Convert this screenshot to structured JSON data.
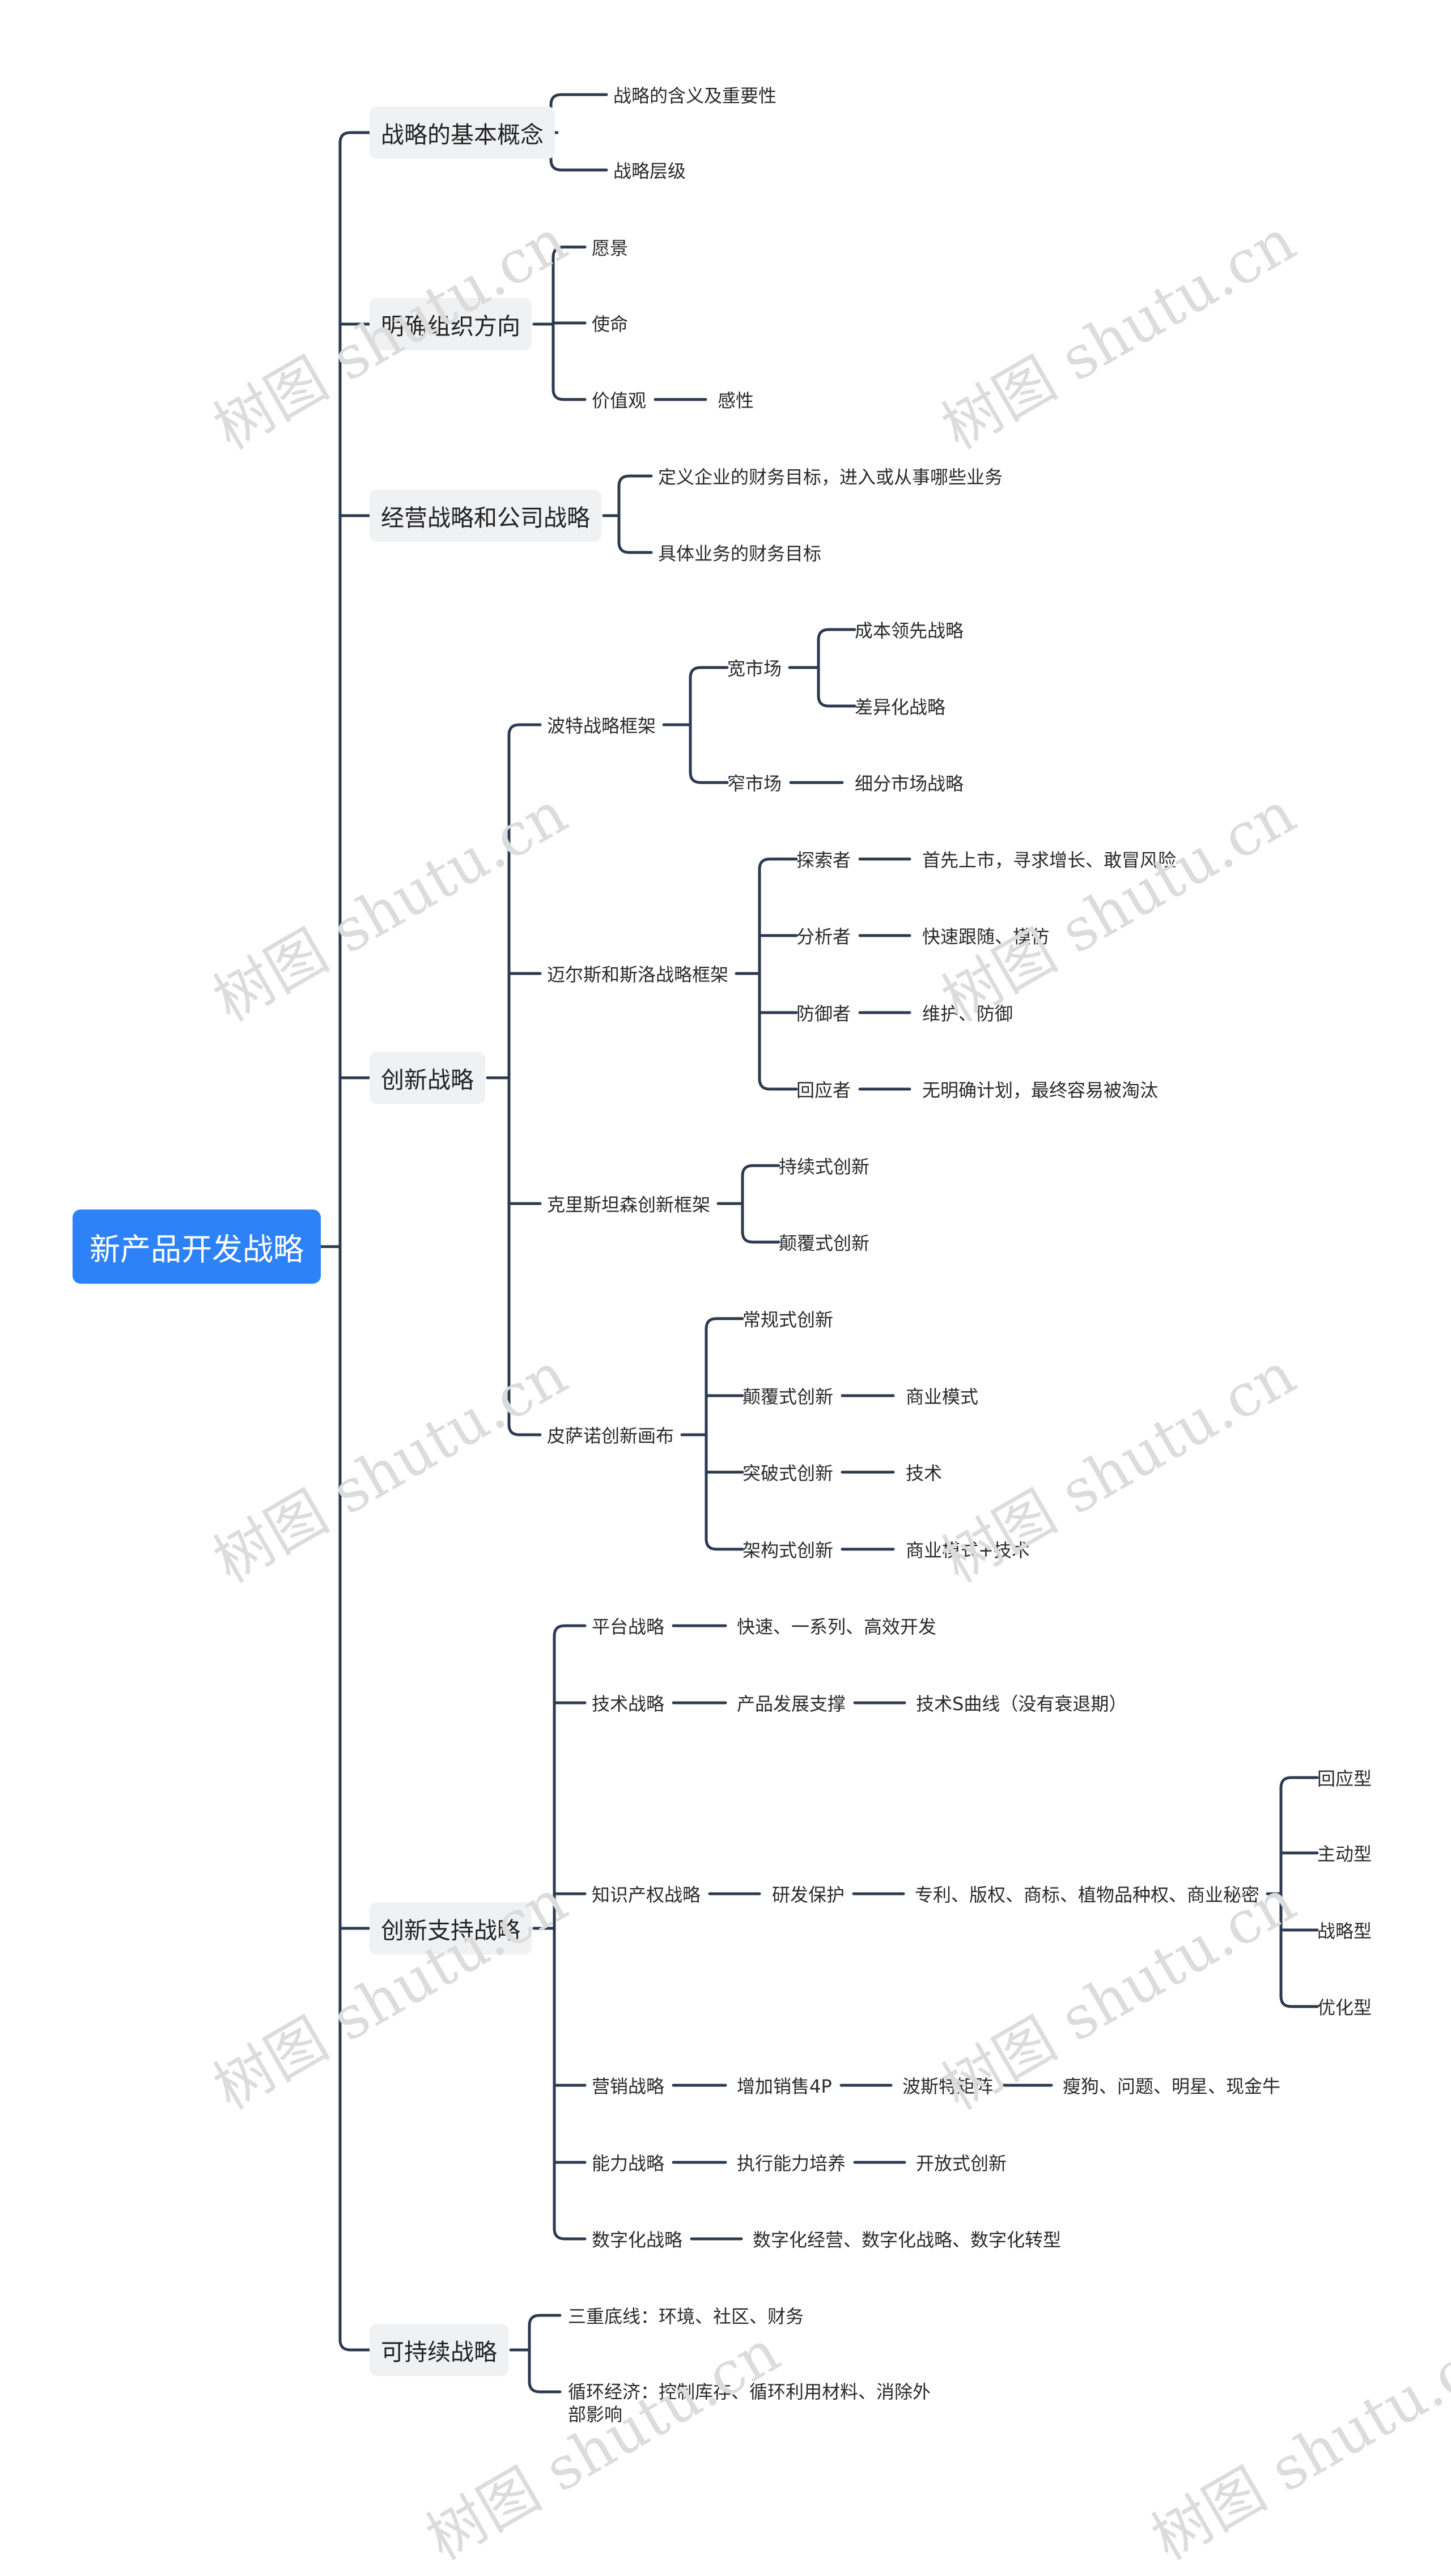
{
  "watermark": "树图 shutu.cn",
  "colors": {
    "root_bg": "#2d82f7",
    "line": "#2b3a4e",
    "l1_bg": "#f0f1f3"
  },
  "mindmap": {
    "root": "新产品开发战略",
    "branches": [
      {
        "label": "战略的基本概念",
        "children": [
          {
            "label": "战略的含义及重要性"
          },
          {
            "label": "战略层级"
          }
        ]
      },
      {
        "label": "明确组织方向",
        "children": [
          {
            "label": "愿景"
          },
          {
            "label": "使命"
          },
          {
            "label": "价值观",
            "children": [
              {
                "label": "感性"
              }
            ]
          }
        ]
      },
      {
        "label": "经营战略和公司战略",
        "children": [
          {
            "label": "定义企业的财务目标，进入或从事哪些业务"
          },
          {
            "label": "具体业务的财务目标"
          }
        ]
      },
      {
        "label": "创新战略",
        "children": [
          {
            "label": "波特战略框架",
            "children": [
              {
                "label": "宽市场",
                "children": [
                  {
                    "label": "成本领先战略"
                  },
                  {
                    "label": "差异化战略"
                  }
                ]
              },
              {
                "label": "窄市场",
                "children": [
                  {
                    "label": "细分市场战略"
                  }
                ]
              }
            ]
          },
          {
            "label": "迈尔斯和斯洛战略框架",
            "children": [
              {
                "label": "探索者",
                "children": [
                  {
                    "label": "首先上市，寻求增长、敢冒风险"
                  }
                ]
              },
              {
                "label": "分析者",
                "children": [
                  {
                    "label": "快速跟随、模仿"
                  }
                ]
              },
              {
                "label": "防御者",
                "children": [
                  {
                    "label": "维护、防御"
                  }
                ]
              },
              {
                "label": "回应者",
                "children": [
                  {
                    "label": "无明确计划，最终容易被淘汰"
                  }
                ]
              }
            ]
          },
          {
            "label": "克里斯坦森创新框架",
            "children": [
              {
                "label": "持续式创新"
              },
              {
                "label": "颠覆式创新"
              }
            ]
          },
          {
            "label": "皮萨诺创新画布",
            "children": [
              {
                "label": "常规式创新"
              },
              {
                "label": "颠覆式创新",
                "children": [
                  {
                    "label": "商业模式"
                  }
                ]
              },
              {
                "label": "突破式创新",
                "children": [
                  {
                    "label": "技术"
                  }
                ]
              },
              {
                "label": "架构式创新",
                "children": [
                  {
                    "label": "商业模式+技术"
                  }
                ]
              }
            ]
          }
        ]
      },
      {
        "label": "创新支持战略",
        "children": [
          {
            "label": "平台战略",
            "children": [
              {
                "label": "快速、一系列、高效开发"
              }
            ]
          },
          {
            "label": "技术战略",
            "children": [
              {
                "label": "产品发展支撑",
                "children": [
                  {
                    "label": "技术S曲线（没有衰退期）"
                  }
                ]
              }
            ]
          },
          {
            "label": "知识产权战略",
            "children": [
              {
                "label": "研发保护",
                "children": [
                  {
                    "label": "专利、版权、商标、植物品种权、商业秘密",
                    "children": [
                      {
                        "label": "回应型"
                      },
                      {
                        "label": "主动型"
                      },
                      {
                        "label": "战略型"
                      },
                      {
                        "label": "优化型"
                      }
                    ]
                  }
                ]
              }
            ]
          },
          {
            "label": "营销战略",
            "children": [
              {
                "label": "增加销售4P",
                "children": [
                  {
                    "label": "波斯特矩阵",
                    "children": [
                      {
                        "label": "瘦狗、问题、明星、现金牛"
                      }
                    ]
                  }
                ]
              }
            ]
          },
          {
            "label": "能力战略",
            "children": [
              {
                "label": "执行能力培养",
                "children": [
                  {
                    "label": "开放式创新"
                  }
                ]
              }
            ]
          },
          {
            "label": "数字化战略",
            "children": [
              {
                "label": "数字化经营、数字化战略、数字化转型"
              }
            ]
          }
        ]
      },
      {
        "label": "可持续战略",
        "children": [
          {
            "label": "三重底线：环境、社区、财务"
          },
          {
            "label": "循环经济：控制库存、循环利用材料、消除外部影响"
          }
        ]
      }
    ]
  }
}
